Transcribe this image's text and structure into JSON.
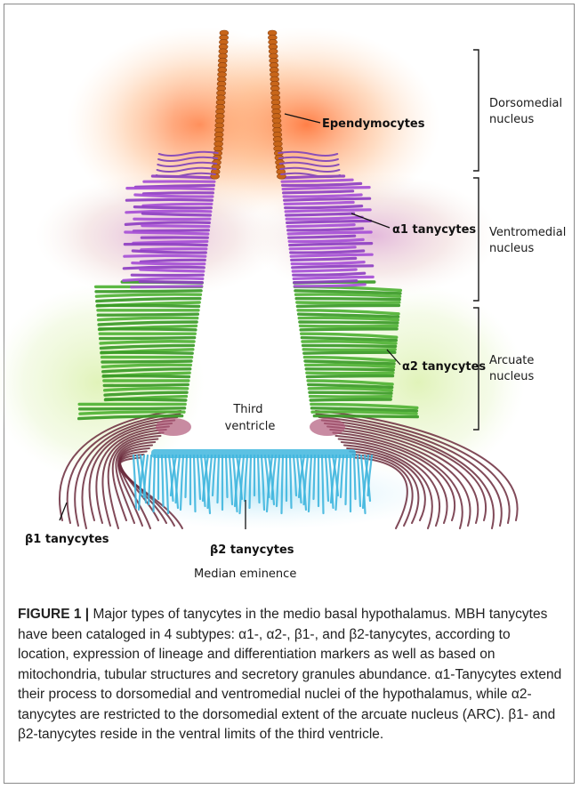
{
  "figure": {
    "labels": {
      "ependymocytes": "Ependymocytes",
      "alpha1": "α1 tanycytes",
      "alpha2": "α2 tanycytes",
      "beta1": "β1 tanycytes",
      "beta2": "β2 tanycytes",
      "third_ventricle_line1": "Third",
      "third_ventricle_line2": "ventricle",
      "median_eminence": "Median eminence"
    },
    "regions": [
      {
        "line1": "Dorsomedial",
        "line2": "nucleus"
      },
      {
        "line1": "Ventromedial",
        "line2": "nucleus"
      },
      {
        "line1": "Arcuate",
        "line2": "nucleus"
      }
    ],
    "colors": {
      "ependymocyte": "#c8661a",
      "alpha1": "#a64fd6",
      "alpha2": "#4fb234",
      "beta1": "#6b2a3c",
      "beta2": "#3fb6de",
      "dorsomedial_glow": "#ff7a3c",
      "ventromedial_glow": "#cf7fb8",
      "arcuate_glow": "#bfe6a0"
    }
  },
  "caption": {
    "label": "FIGURE 1 |",
    "text": "Major types of tanycytes in the medio basal hypothalamus. MBH tanycytes have been cataloged in 4 subtypes: α1-, α2-, β1-, and β2-tanycytes, according to location, expression of lineage and differentiation markers as well as based on mitochondria, tubular structures and secretory granules abundance. α1-Tanycytes extend their process to dorsomedial and ventromedial nuclei of the hypothalamus, while α2-tanycytes are restricted to the dorsomedial extent of the arcuate nucleus (ARC). β1- and β2-tanycytes reside in the ventral limits of the third ventricle."
  }
}
